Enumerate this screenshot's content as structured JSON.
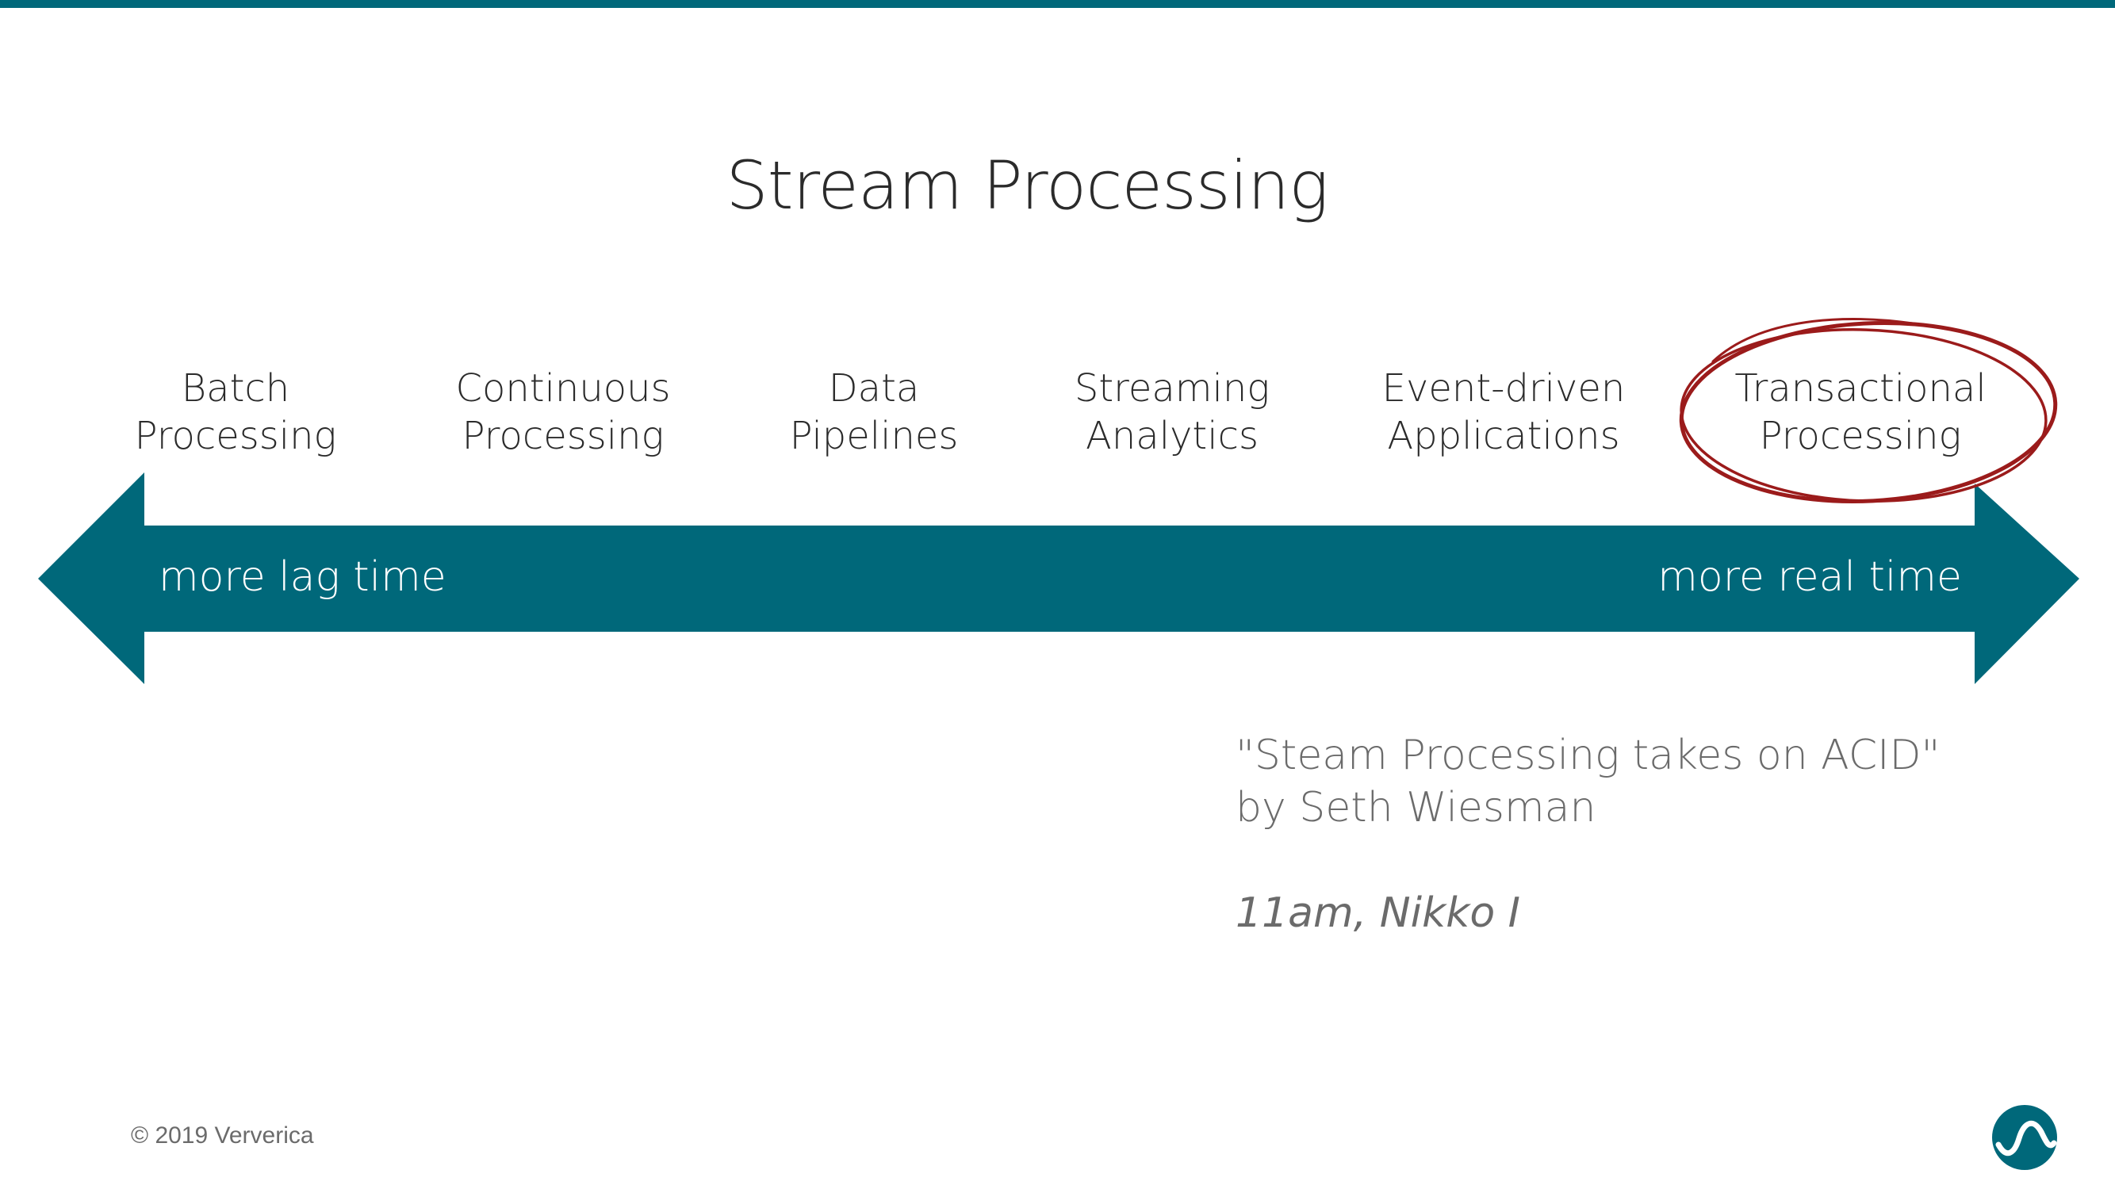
{
  "title": "Stream Processing",
  "categories": [
    {
      "line1": "Batch",
      "line2": "Processing"
    },
    {
      "line1": "Continuous",
      "line2": "Processing"
    },
    {
      "line1": "Data",
      "line2": "Pipelines"
    },
    {
      "line1": "Streaming",
      "line2": "Analytics"
    },
    {
      "line1": "Event-driven",
      "line2": "Applications"
    },
    {
      "line1": "Transactional",
      "line2": "Processing"
    }
  ],
  "highlighted_category": "Transactional Processing",
  "arrow": {
    "left_label": "more lag time",
    "right_label": "more real time"
  },
  "talk": {
    "line1": "\"Steam Processing takes on ACID\"",
    "line2": "by Seth Wiesman",
    "time_place": "11am, Nikko I"
  },
  "footer": {
    "copyright": "© 2019 Ververica"
  },
  "colors": {
    "brand_teal": "#00687a",
    "highlight_circle": "#9b1b1b",
    "text_dark": "#2b2b2b",
    "text_grey": "#6b6b6b"
  }
}
